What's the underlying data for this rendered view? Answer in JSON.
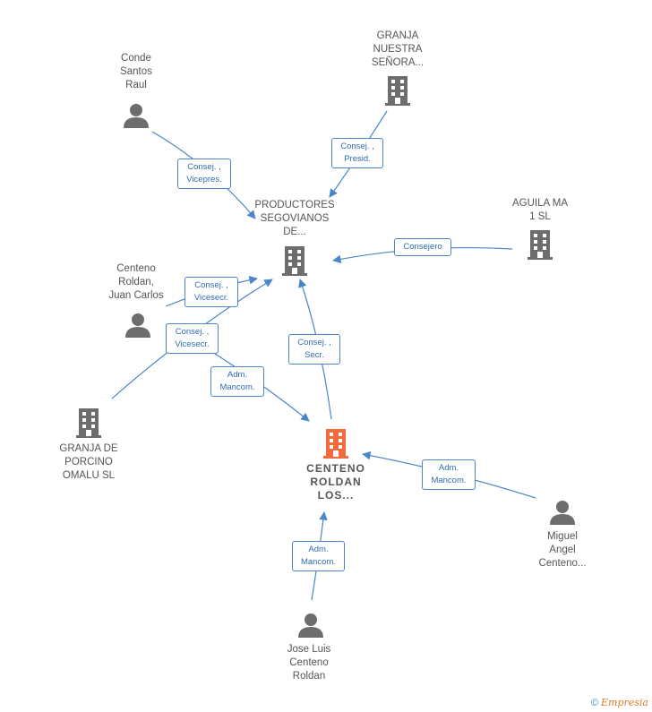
{
  "nodes": {
    "conde": "Conde Santos Raul",
    "granja_nuestra": "GRANJA NUESTRA SEÑORA...",
    "productores": "PRODUCTORES SEGOVIANOS DE...",
    "aguila": "AGUILA MA 1 SL",
    "centeno_juan": "Centeno Roldan, Juan Carlos",
    "granja_porcino": "GRANJA DE PORCINO OMALU SL",
    "centeno_roldan_los": "CENTENO ROLDAN LOS...",
    "miguel": "Miguel Angel Centeno...",
    "jose": "Jose Luis Centeno Roldan"
  },
  "edges": {
    "conde_prod": [
      "Consej. ,",
      "Vicepres."
    ],
    "granja_prod": [
      "Consej. ,",
      "Presid."
    ],
    "aguila_prod": [
      "Consejero"
    ],
    "juan_prod": [
      "Consej. ,",
      "Vicesecr."
    ],
    "porcino_prod": [
      "Consej. ,",
      "Vicesecr."
    ],
    "juan_crl": [
      "Adm.",
      "Mancom."
    ],
    "crl_prod": [
      "Consej. ,",
      "Secr."
    ],
    "miguel_crl": [
      "Adm.",
      "Mancom."
    ],
    "jose_crl": [
      "Adm.",
      "Mancom."
    ]
  },
  "colors": {
    "edge": "#4a86c8",
    "icon": "#6d6d6d",
    "highlight": "#f26a3d"
  },
  "footer": {
    "copyright": "©",
    "brand": "Empresia"
  }
}
